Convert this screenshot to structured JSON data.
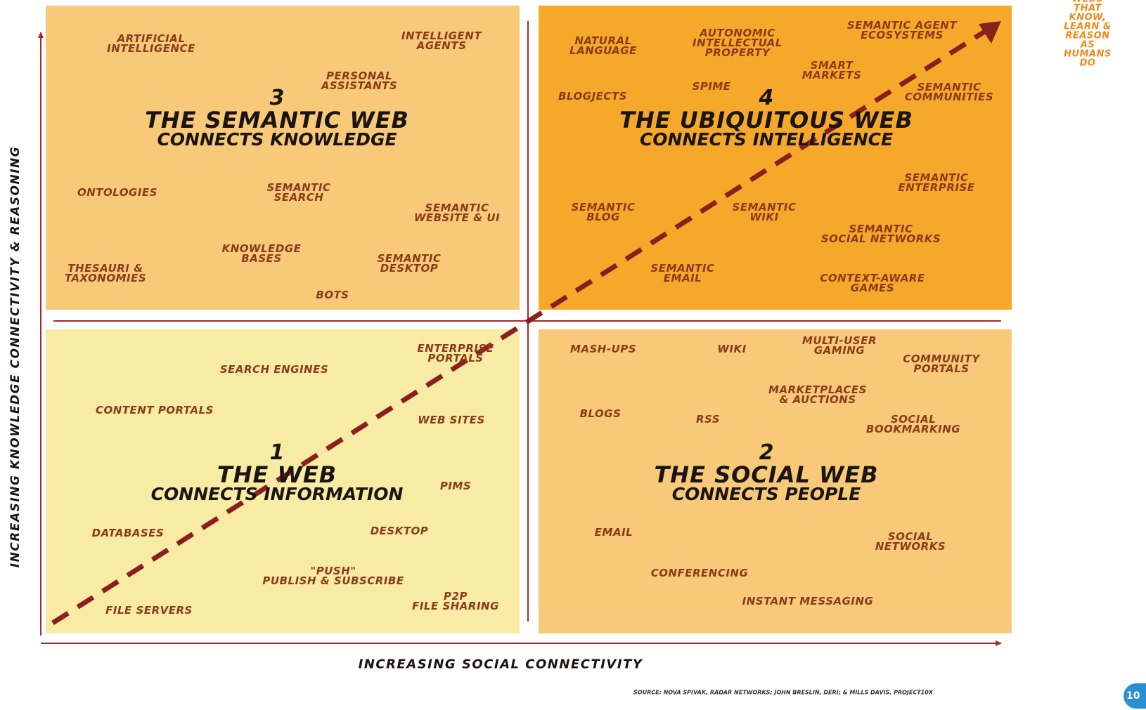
{
  "colors": {
    "quadrant_semantic_web": "#f8c978",
    "quadrant_ubiquitous_web": "#f5a82a",
    "quadrant_web": "#f8eba3",
    "quadrant_social_web": "#f8c978",
    "term_text": "#8b3a1a",
    "title_text": "#1a1512",
    "axis_line": "#a12a2a",
    "dashed_arrow": "#8b1f1f",
    "agent_web_text": "#f08a1a",
    "page_badge": "#2a8fd4"
  },
  "axes": {
    "y_label": "INCREASING KNOWLEDGE CONNECTIVITY & REASONING",
    "x_label": "INCREASING SOCIAL CONNECTIVITY"
  },
  "agent_web_label": "AGENT WEBS\nTHAT KNOW,\nLEARN & REASON\nAS HUMANS DO",
  "source": "SOURCE: NOVA SPIVAK, RADAR NETWORKS; JOHN BRESLIN, DERI; & MILLS DAVIS, PROJECT10X",
  "page_badge": "10",
  "quadrants": {
    "semantic_web": {
      "number": "3",
      "title": "THE SEMANTIC WEB",
      "subtitle": "CONNECTS KNOWLEDGE",
      "terms": [
        "ARTIFICIAL\nINTELLIGENCE",
        "INTELLIGENT\nAGENTS",
        "PERSONAL\nASSISTANTS",
        "ONTOLOGIES",
        "SEMANTIC\nSEARCH",
        "SEMANTIC\nWEBSITE & UI",
        "KNOWLEDGE\nBASES",
        "THESAURI &\nTAXONOMIES",
        "SEMANTIC\nDESKTOP",
        "BOTS"
      ]
    },
    "ubiquitous_web": {
      "number": "4",
      "title": "THE UBIQUITOUS WEB",
      "subtitle": "CONNECTS INTELLIGENCE",
      "terms": [
        "NATURAL\nLANGUAGE",
        "AUTONOMIC\nINTELLECTUAL\nPROPERTY",
        "SEMANTIC AGENT\nECOSYSTEMS",
        "SMART\nMARKETS",
        "BLOGJECTS",
        "SPIME",
        "SEMANTIC\nCOMMUNITIES",
        "SEMANTIC\nENTERPRISE",
        "SEMANTIC\nBLOG",
        "SEMANTIC\nWIKI",
        "SEMANTIC\nSOCIAL NETWORKS",
        "SEMANTIC\nEMAIL",
        "CONTEXT-AWARE\nGAMES"
      ]
    },
    "web": {
      "number": "1",
      "title": "THE WEB",
      "subtitle": "CONNECTS INFORMATION",
      "terms": [
        "ENTERPRISE\nPORTALS",
        "SEARCH ENGINES",
        "CONTENT PORTALS",
        "WEB SITES",
        "PIMS",
        "DATABASES",
        "DESKTOP",
        "\"PUSH\"\nPUBLISH & SUBSCRIBE",
        "P2P\nFILE SHARING",
        "FILE SERVERS"
      ]
    },
    "social_web": {
      "number": "2",
      "title": "THE SOCIAL WEB",
      "subtitle": "CONNECTS PEOPLE",
      "terms": [
        "MASH-UPS",
        "WIKI",
        "MULTI-USER\nGAMING",
        "COMMUNITY\nPORTALS",
        "MARKETPLACES\n& AUCTIONS",
        "BLOGS",
        "RSS",
        "SOCIAL\nBOOKMARKING",
        "EMAIL",
        "SOCIAL\nNETWORKS",
        "CONFERENCING",
        "INSTANT MESSAGING"
      ]
    }
  }
}
